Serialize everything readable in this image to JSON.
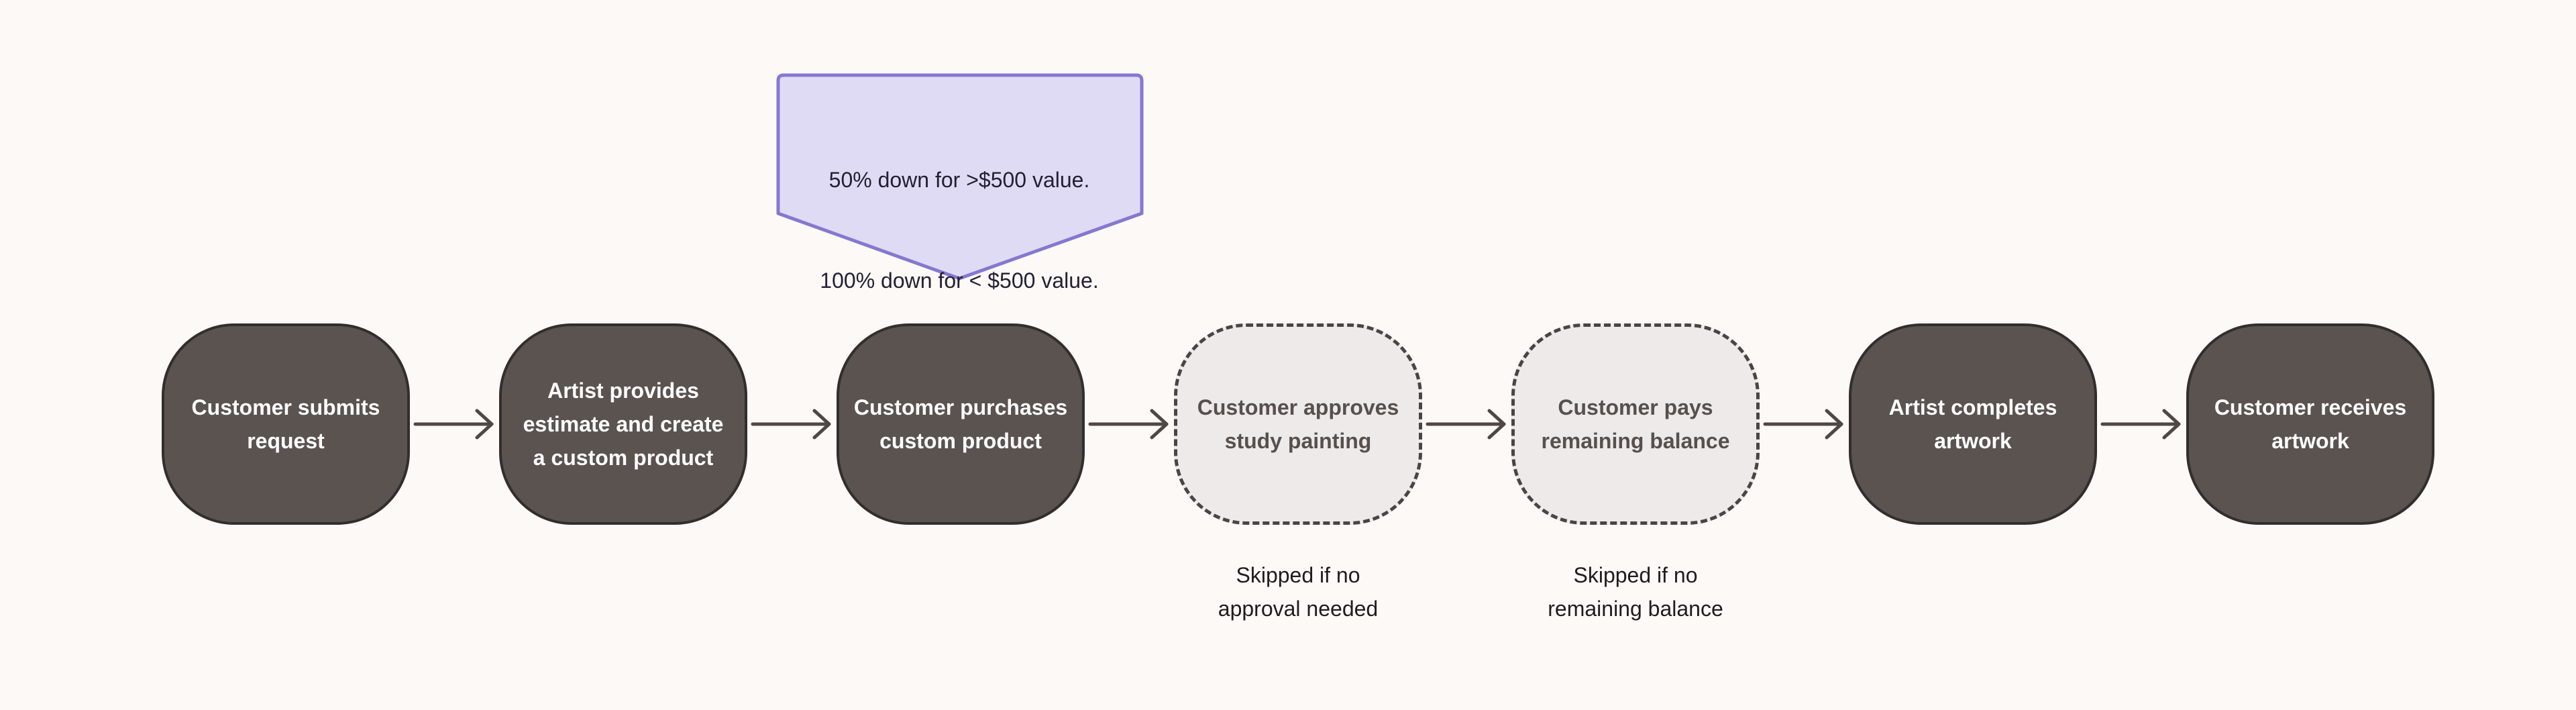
{
  "colors": {
    "background": "#fcf9f7",
    "solid_node_fill": "#5b5350",
    "solid_node_border": "#332e2c",
    "optional_node_fill": "#edeae9",
    "optional_node_border": "#4a4442",
    "callout_fill": "#e0dbf5",
    "callout_border": "#8478d0",
    "arrow": "#4f4745"
  },
  "callout": {
    "line1": "50% down for  >$500 value.",
    "line2": "100% down for < $500 value."
  },
  "steps": [
    {
      "label": "Customer submits\nrequest",
      "style": "solid"
    },
    {
      "label": "Artist provides\nestimate and create\na custom product",
      "style": "solid"
    },
    {
      "label": "Customer purchases\ncustom product",
      "style": "solid"
    },
    {
      "label": "Customer approves\nstudy painting",
      "style": "dashed",
      "note": "Skipped if no\napproval needed"
    },
    {
      "label": "Customer pays\nremaining balance",
      "style": "dashed",
      "note": "Skipped if no\nremaining balance"
    },
    {
      "label": "Artist completes\nartwork",
      "style": "solid"
    },
    {
      "label": "Customer receives\nartwork",
      "style": "solid"
    }
  ]
}
